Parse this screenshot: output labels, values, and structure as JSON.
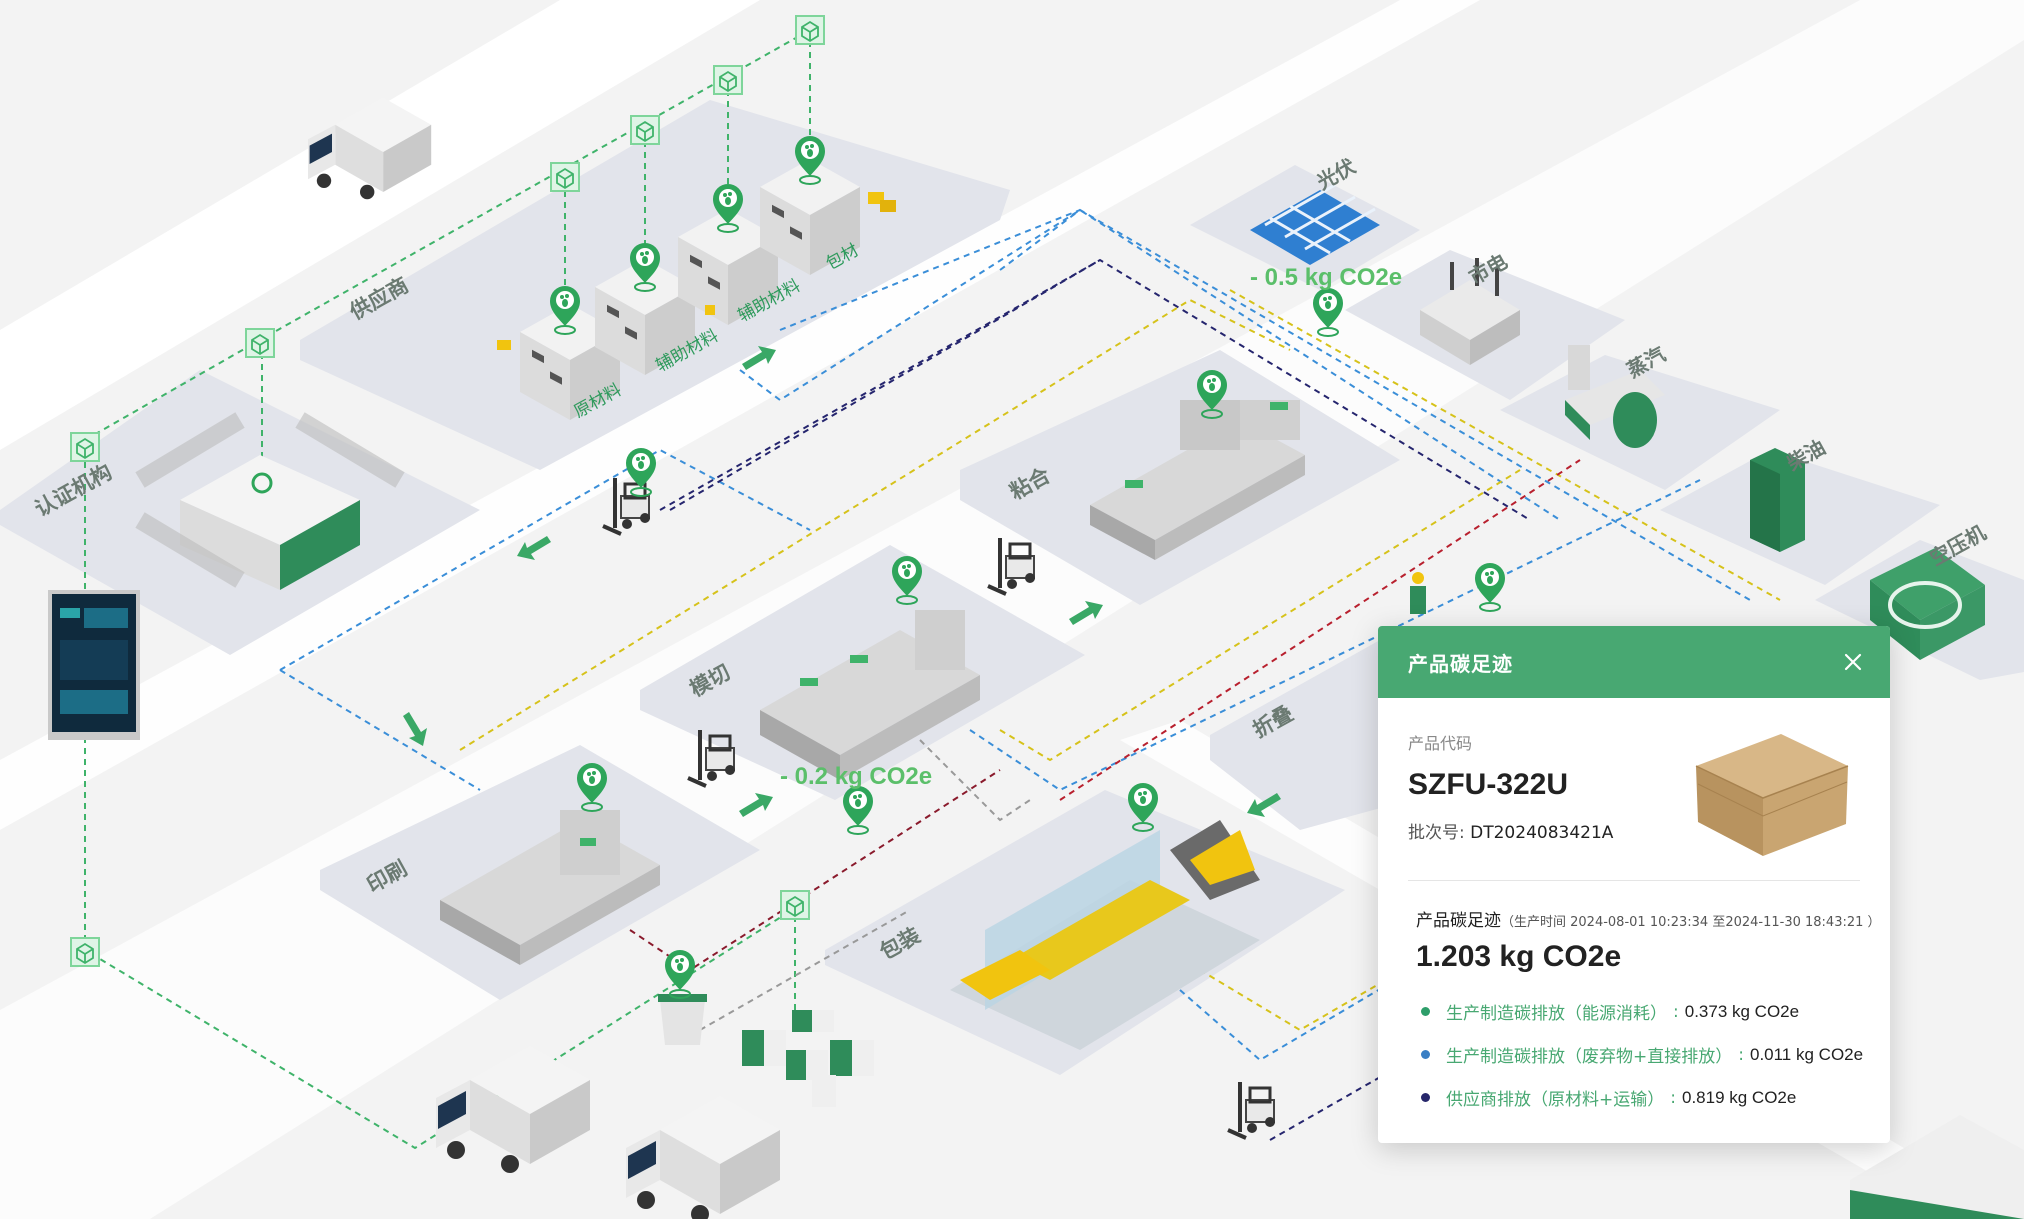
{
  "zones": {
    "supplier": "供应商",
    "raw_material": "原材料",
    "aux_material_1": "辅助材料",
    "aux_material_2": "辅助材料",
    "packing_material": "包材",
    "certification": "认证机构",
    "bonding": "粘合",
    "die_cut": "模切",
    "printing": "印刷",
    "folding": "折叠",
    "packaging": "包装"
  },
  "energy": {
    "solar": "光伏",
    "grid": "市电",
    "steam": "蒸汽",
    "diesel": "柴油",
    "air_compressor": "空压机"
  },
  "co2_labels": {
    "solar": "- 0.5 kg CO2e",
    "die_cut": "- 0.2 kg CO2e"
  },
  "colors": {
    "accent": "#48a872",
    "icon_green": "#2ea55a",
    "dot_energy": "#2e9e6a",
    "dot_waste": "#3a7fc4",
    "dot_supplier": "#27276b"
  },
  "modal": {
    "title": "产品碳足迹",
    "close_icon": "close-icon",
    "code_label": "产品代码",
    "product_code": "SZFU-322U",
    "batch_label": "批次号:",
    "batch_no": "DT2024083421A",
    "footprint_label": "产品碳足迹",
    "footprint_time": "（生产时间 2024-08-01 10:23:34 至2024-11-30 18:43:21 ）",
    "footprint_total": "1.203 kg CO2e",
    "items": [
      {
        "name": "生产制造碳排放（能源消耗）",
        "value": "0.373 kg CO2e"
      },
      {
        "name": "生产制造碳排放（废弃物+直接排放）",
        "value": "0.011 kg CO2e"
      },
      {
        "name": "供应商排放（原材料+运输）",
        "value": "0.819 kg CO2e"
      }
    ]
  }
}
